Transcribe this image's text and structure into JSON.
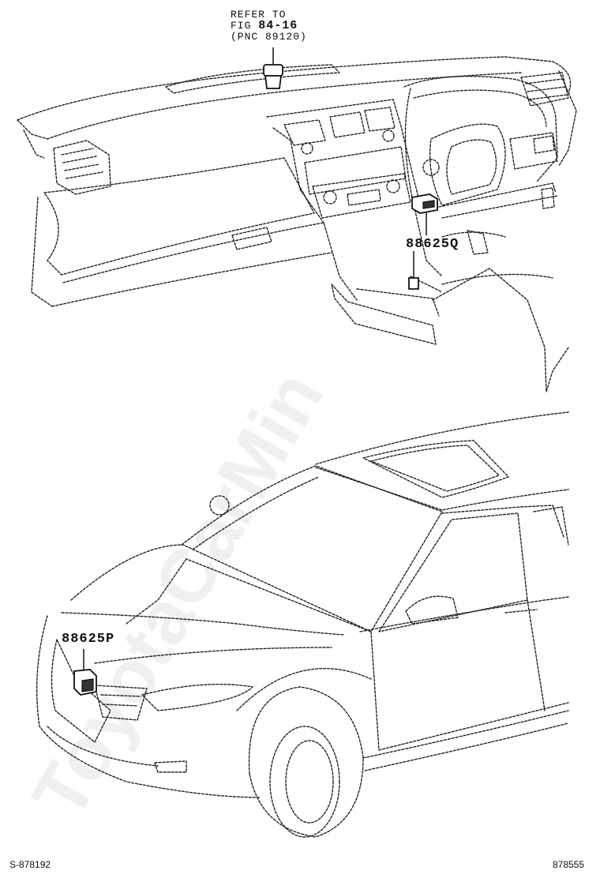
{
  "watermark": "ToyotaCarMin",
  "callouts": {
    "refer_line1": "REFER TO",
    "refer_fig_prefix": "FIG",
    "refer_fig_number": "84-16",
    "refer_pnc": "(PNC 89120)",
    "upper_part": "88625Q",
    "lower_part": "88625P"
  },
  "footer": {
    "left_code": "S-878192",
    "right_code": "878555"
  }
}
